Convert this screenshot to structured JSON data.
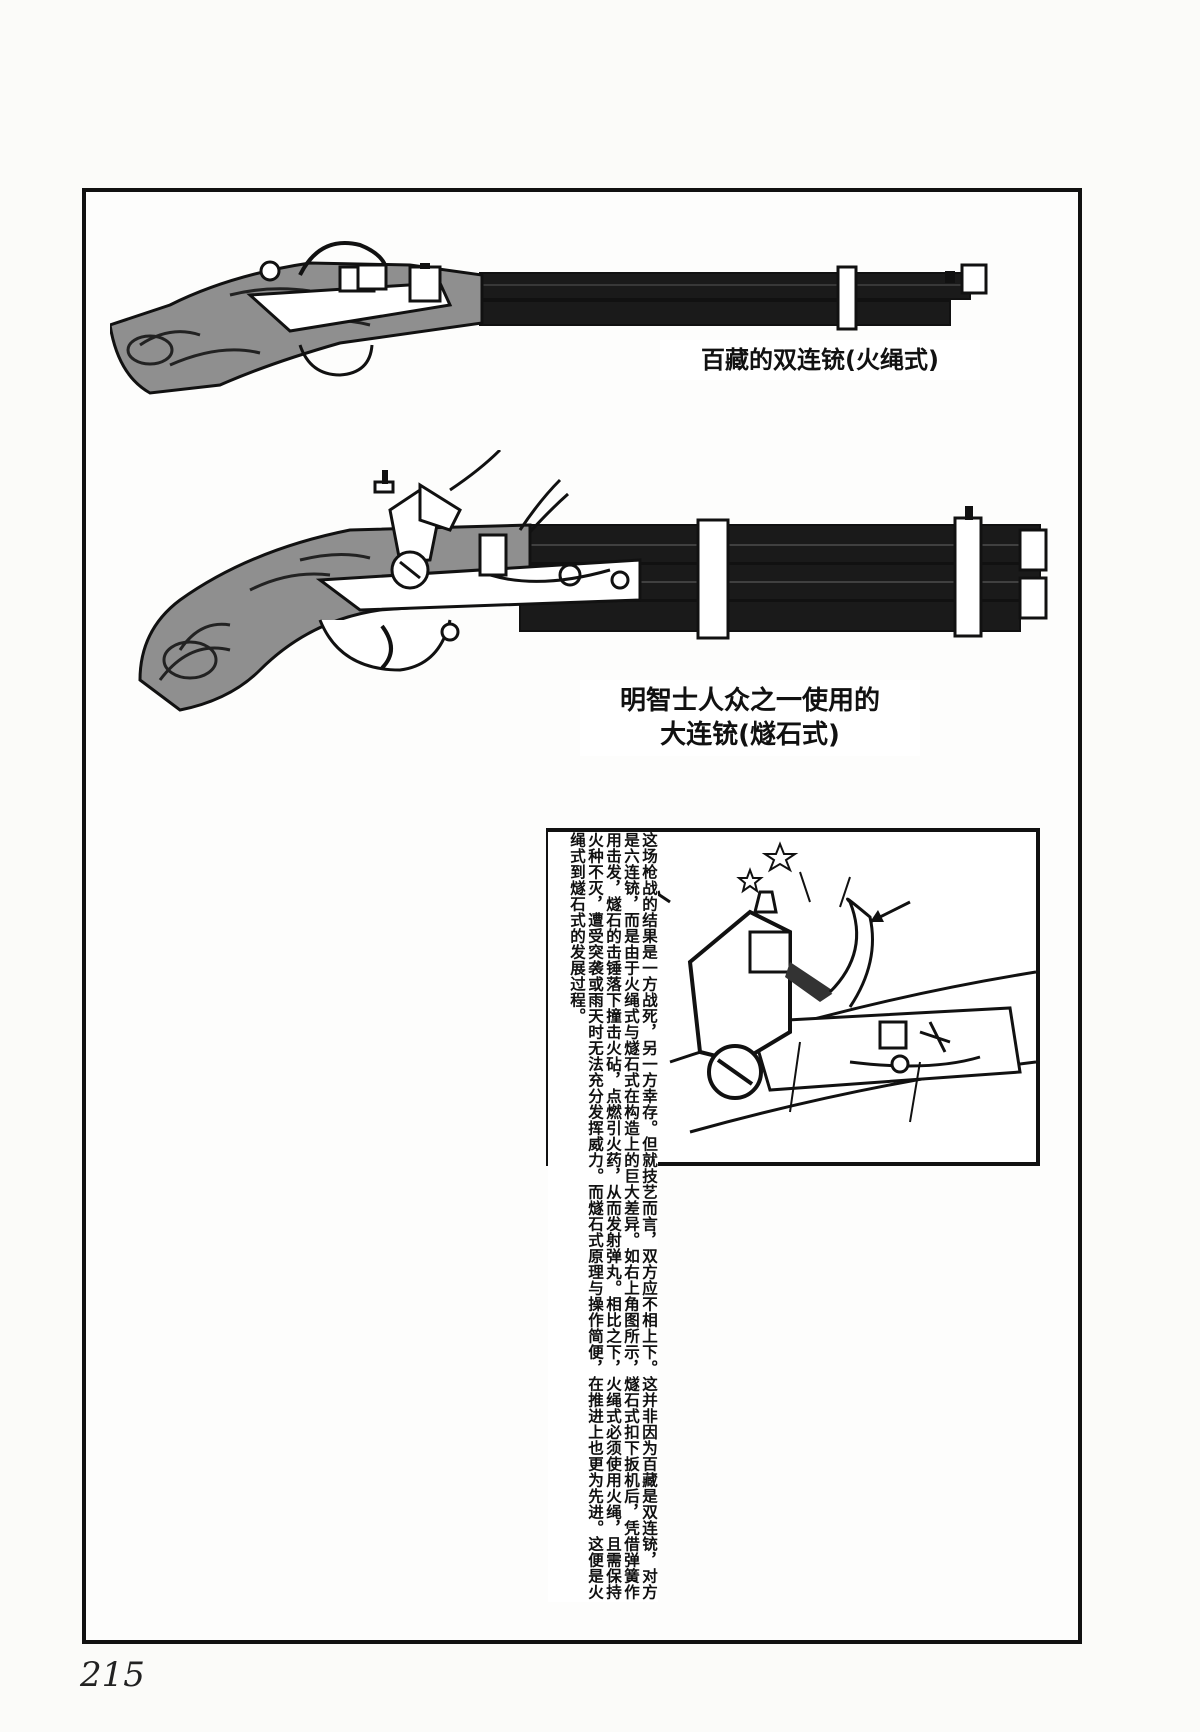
{
  "illustrations": {
    "gun1_caption": "百藏的双连铳(火绳式)",
    "gun2_caption_line1": "明智士人众之一使用的",
    "gun2_caption_line2": "大连铳(燧石式)"
  },
  "body_text": {
    "column_main": "这场枪战的结果是一方战死，另一方幸存。但就技艺而言，双方应不相上下。这并非因为百藏是双连铳，对方是六连铳，而是由于火绳式与燧石式在构造上的巨大差异。如右上角图所示，燧石式扣下扳机后，凭借弹簧作用击发，燧石的击锤落下撞击火砧，点燃引火药，从而发射弹丸。相比之下，火绳式必须使用火绳，且需保持火种不灭，遭受突袭或雨天时无法充分发挥威力。而燧石式原理与操作简便，在推进上也更为先进。这便是火绳式到燧石式的发展过程。"
  },
  "page_number": "215",
  "colors": {
    "ink": "#111111",
    "wood": "#9a9a9a",
    "barrel": "#1a1a1a",
    "paper": "#fbfbf9"
  },
  "icons": [
    "matchlock-double-barrel-gun",
    "flintlock-multi-barrel-gun",
    "flintlock-mechanism-diagram",
    "star-icon",
    "arrow-icon"
  ]
}
